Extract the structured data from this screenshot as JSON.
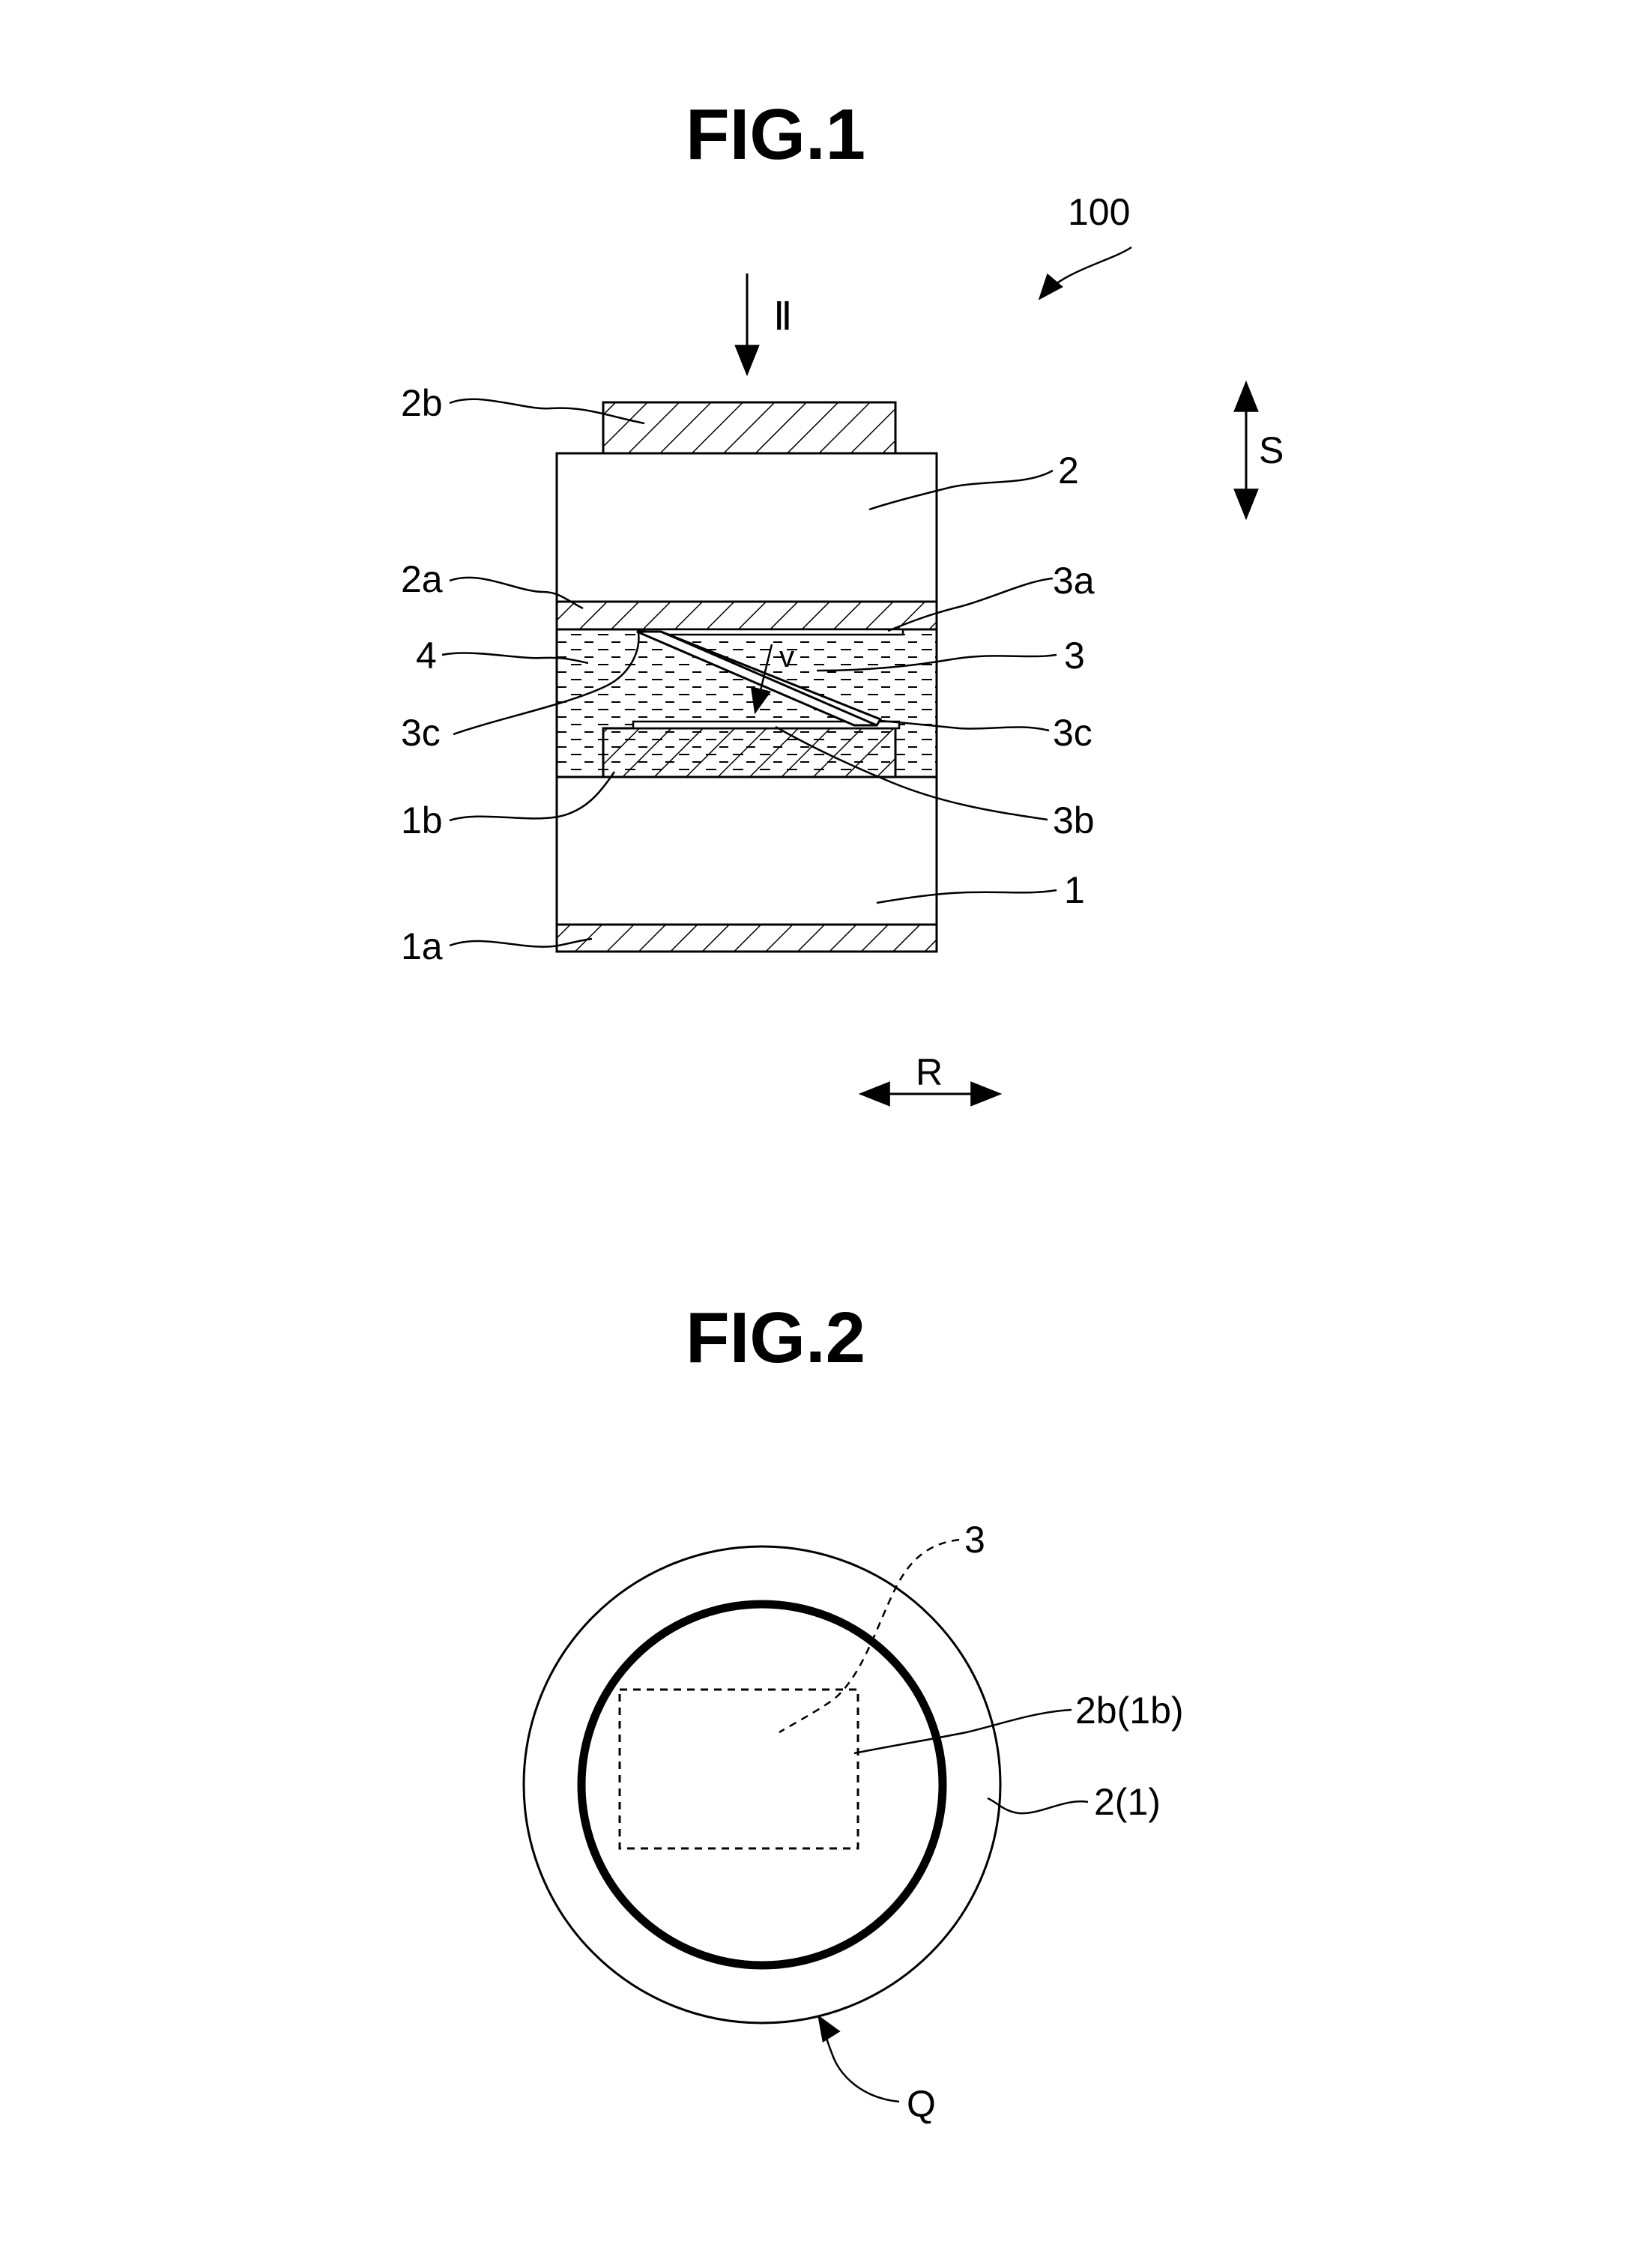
{
  "figures": {
    "fig1": {
      "title": "FIG.1",
      "ref_device": "100",
      "view_arrow": "Ⅱ",
      "dir_s": "S",
      "dir_r": "R",
      "labels": {
        "l2b": "2b",
        "l2": "2",
        "l2a": "2a",
        "l3a": "3a",
        "l4": "4",
        "l3": "3",
        "l3c_left": "3c",
        "l3c_right": "3c",
        "lv": "v",
        "l1b": "1b",
        "l3b": "3b",
        "l1": "1",
        "l1a": "1a"
      }
    },
    "fig2": {
      "title": "FIG.2",
      "labels": {
        "l3": "3",
        "l2b1b": "2b(1b)",
        "l21": "2(1)",
        "lq": "Q"
      }
    }
  },
  "colors": {
    "ink": "#000000",
    "paper": "#ffffff"
  }
}
